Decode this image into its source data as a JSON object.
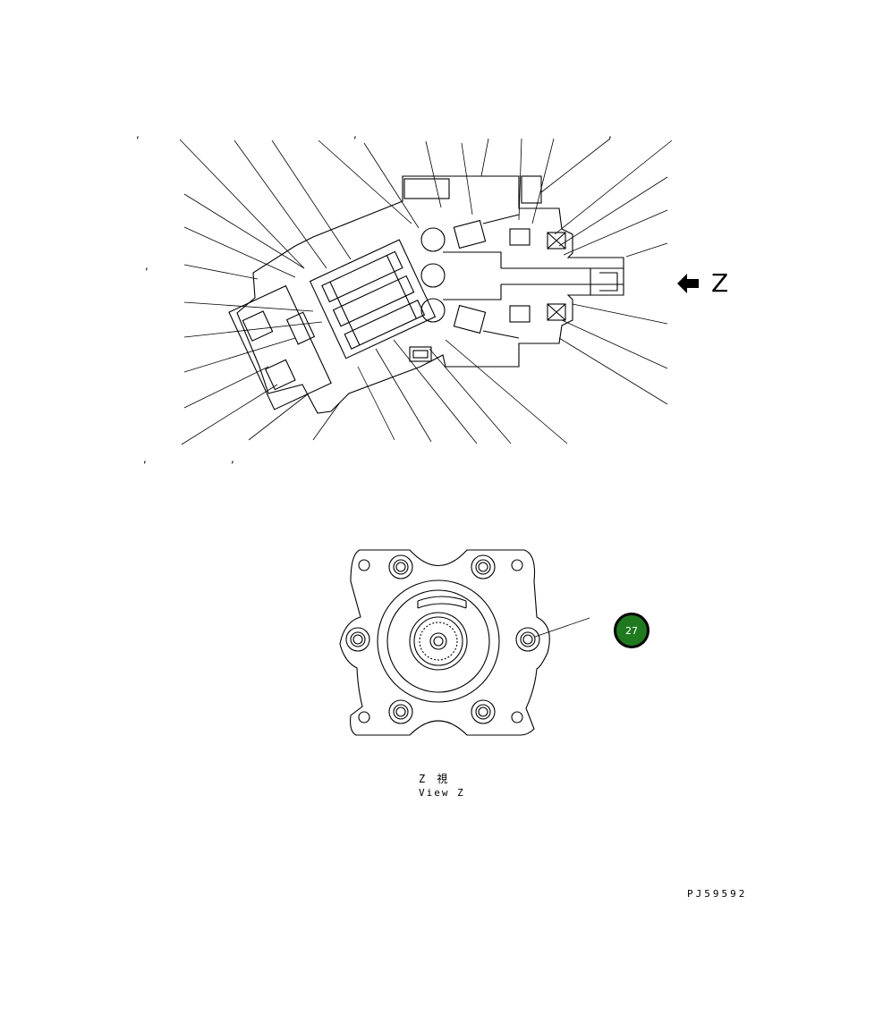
{
  "section_view": {
    "direction_letter": "Z"
  },
  "view_z": {
    "title_jp": "Z　視",
    "title_en": "View Z",
    "callout_badge": "27"
  },
  "drawing_code": "PJ59592",
  "comma_marks": [
    ",",
    ",",
    ",",
    ",",
    ",",
    ","
  ]
}
